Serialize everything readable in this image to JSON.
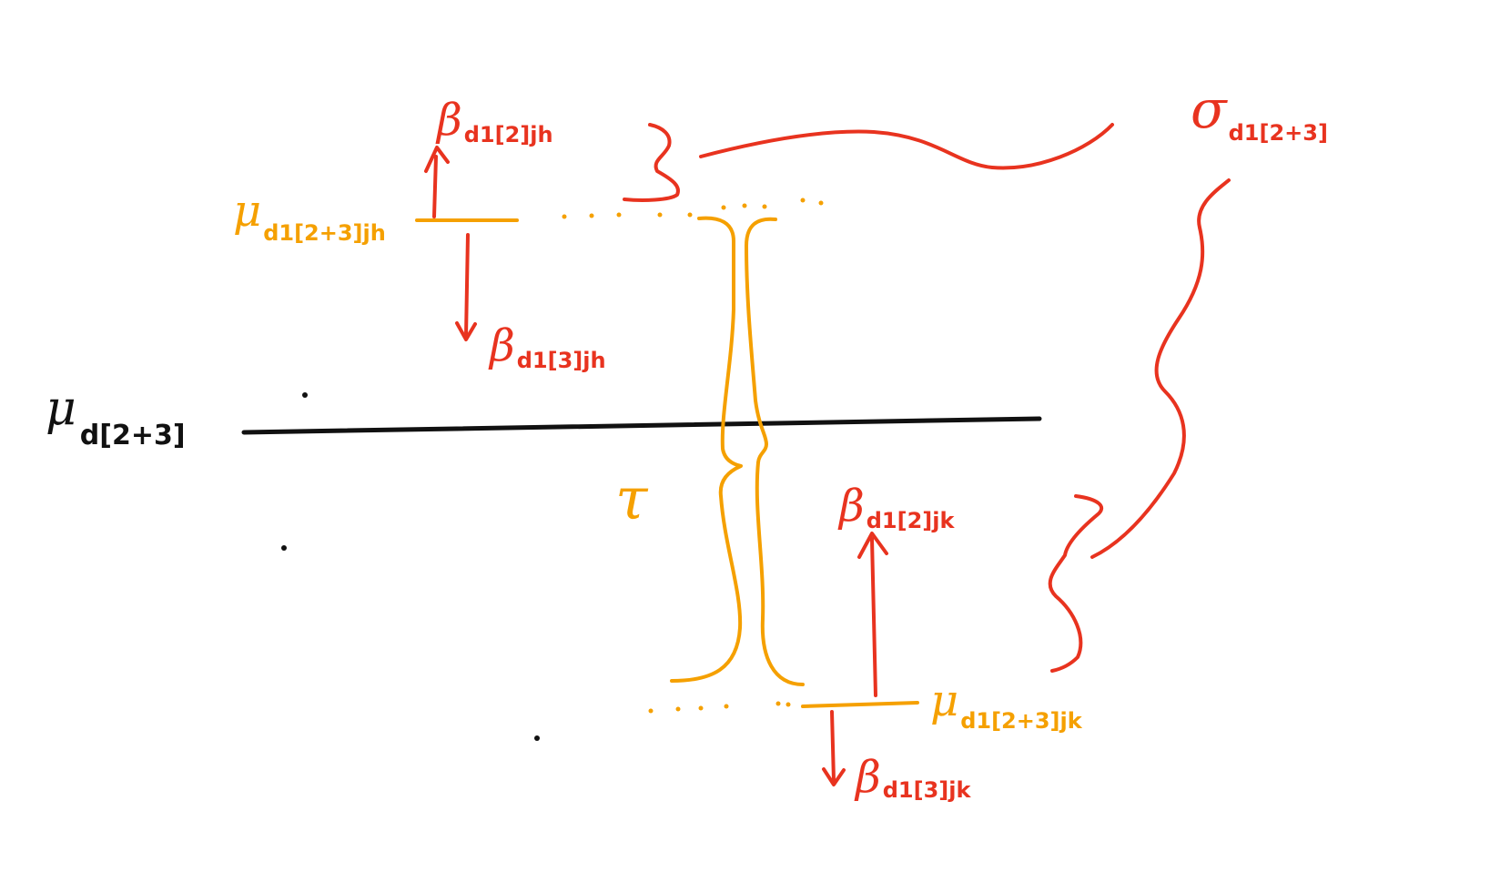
{
  "colors": {
    "black": "#111111",
    "orange": "#f5a000",
    "red": "#e8331f"
  },
  "labels": {
    "mu_base": {
      "symbol": "μ",
      "subscript": "d[2+3]"
    },
    "mu_h": {
      "symbol": "μ",
      "subscript": "d1[2+3]jh"
    },
    "mu_k": {
      "symbol": "μ",
      "subscript": "d1[2+3]jk"
    },
    "beta_2h": {
      "symbol": "β",
      "subscript": "d1[2]jh"
    },
    "beta_3h": {
      "symbol": "β",
      "subscript": "d1[3]jh"
    },
    "beta_2k": {
      "symbol": "β",
      "subscript": "d1[2]jk"
    },
    "beta_3k": {
      "symbol": "β",
      "subscript": "d1[3]jk"
    },
    "sigma": {
      "symbol": "σ",
      "subscript": "d1[2+3]"
    },
    "tau": {
      "symbol": "τ"
    }
  }
}
